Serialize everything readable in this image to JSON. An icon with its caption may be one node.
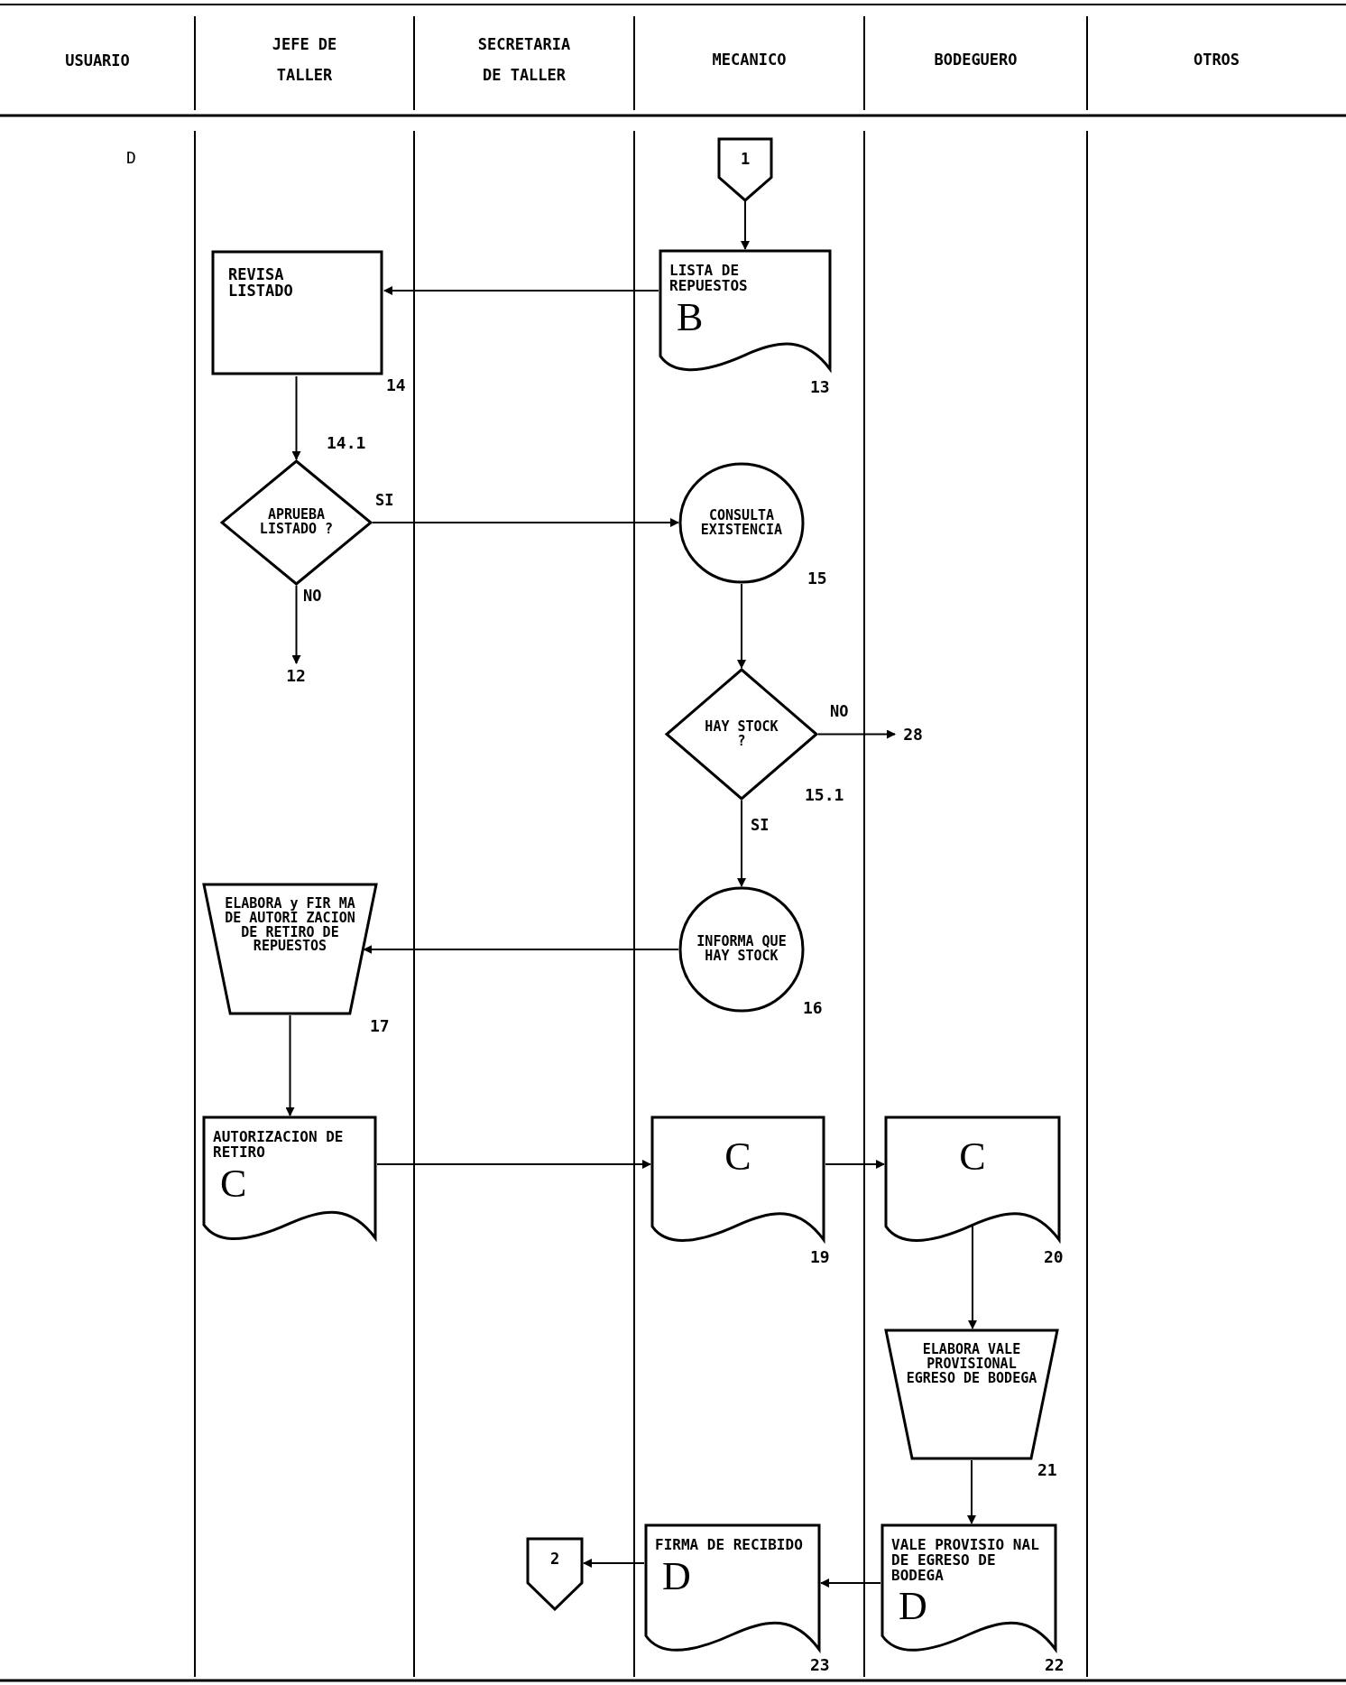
{
  "diagram": {
    "nodes": [
      {
        "text": [
          "1"
        ]
      },
      {
        "text": [
          "LISTA DE REPUESTOS",
          "B"
        ],
        "beside": [
          "13"
        ]
      },
      {
        "text": [
          "REVISA LISTADO"
        ],
        "beside": [
          "14"
        ]
      },
      {
        "text": [
          "APRUEBA LISTADO ?"
        ],
        "beside": [
          "14.1"
        ]
      },
      {
        "text": [
          "12"
        ]
      },
      {
        "text": [
          "CONSULTA EXISTENCIA"
        ],
        "beside": [
          "15"
        ]
      },
      {
        "text": [
          "HAY STOCK ?"
        ],
        "beside": [
          "15.1"
        ]
      },
      {
        "text": [
          "28"
        ]
      },
      {
        "text": [
          "INFORMA QUE HAY STOCK"
        ],
        "beside": [
          "16"
        ]
      },
      {
        "text": [
          "ELABORA y FIR MA DE AUTORI ZACION DE RETIRO DE REPUESTOS"
        ],
        "beside": [
          "17"
        ]
      },
      {
        "text": [
          "AUTORIZACION DE RETIRO",
          "C"
        ]
      },
      {
        "text": [
          "C"
        ],
        "beside": [
          "19"
        ]
      },
      {
        "text": [
          "C"
        ],
        "beside": [
          "20"
        ]
      },
      {
        "text": [
          "ELABORA VALE PROVISIONAL EGRESO DE BODEGA"
        ],
        "beside": [
          "21"
        ]
      },
      {
        "text": [
          "VALE PROVISIO NAL DE EGRESO DE BODEGA",
          "D"
        ],
        "beside": [
          "22"
        ]
      },
      {
        "text": [
          "FIRMA DE RECIBIDO",
          "D"
        ],
        "beside": [
          "23"
        ]
      },
      {
        "text": [
          "2"
        ]
      }
    ],
    "edges": [
      {
        "from": 0,
        "to": 1,
        "arrow": "to"
      },
      {
        "from": 1,
        "to": 2,
        "arrow": "to"
      },
      {
        "from": 2,
        "to": 3,
        "arrow": "to"
      },
      {
        "from": 3,
        "to": 4,
        "arrow": "to",
        "label": "NO"
      },
      {
        "from": 3,
        "to": 5,
        "arrow": "to",
        "label": "SI"
      },
      {
        "from": 5,
        "to": 6,
        "arrow": "to"
      },
      {
        "from": 6,
        "to": 7,
        "arrow": "to",
        "label": "NO"
      },
      {
        "from": 6,
        "to": 8,
        "arrow": "to",
        "label": "SI"
      },
      {
        "from": 8,
        "to": 9,
        "arrow": "to"
      },
      {
        "from": 9,
        "to": 10,
        "arrow": "to"
      },
      {
        "from": 10,
        "to": 11,
        "arrow": "to"
      },
      {
        "from": 11,
        "to": 12,
        "arrow": "to"
      },
      {
        "from": 12,
        "to": 13,
        "arrow": "to"
      },
      {
        "from": 13,
        "to": 14,
        "arrow": "to"
      },
      {
        "from": 14,
        "to": 15,
        "arrow": "to"
      },
      {
        "from": 15,
        "to": 16,
        "arrow": "to"
      }
    ],
    "labels": [
      "USUARIO",
      "JEFE DE TALLER",
      "SECRETARIA DE TALLER",
      "MECANICO",
      "BODEGUERO",
      "OTROS",
      "D"
    ]
  }
}
